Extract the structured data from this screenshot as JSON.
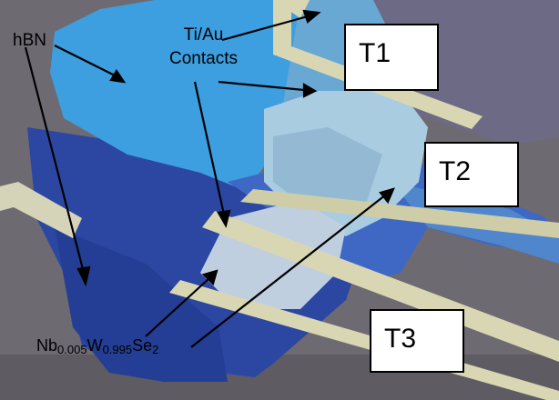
{
  "labels": {
    "hbn": "hBN",
    "contacts_line1": "Ti/Au",
    "contacts_line2": "Contacts",
    "formula": {
      "p1": "Nb",
      "s1": "0.005",
      "p2": "W",
      "s2": "0.995",
      "p3": "Se",
      "s3": "2"
    }
  },
  "terminals": {
    "t1": "T1",
    "t2": "T2",
    "t3": "T3"
  },
  "colors": {
    "substrate": "#6e6a72",
    "hbn_light": "#3d9ee0",
    "hbn_dark": "#2c4fae",
    "flake": "#a9cce0",
    "contact": "#d9d6b3"
  }
}
